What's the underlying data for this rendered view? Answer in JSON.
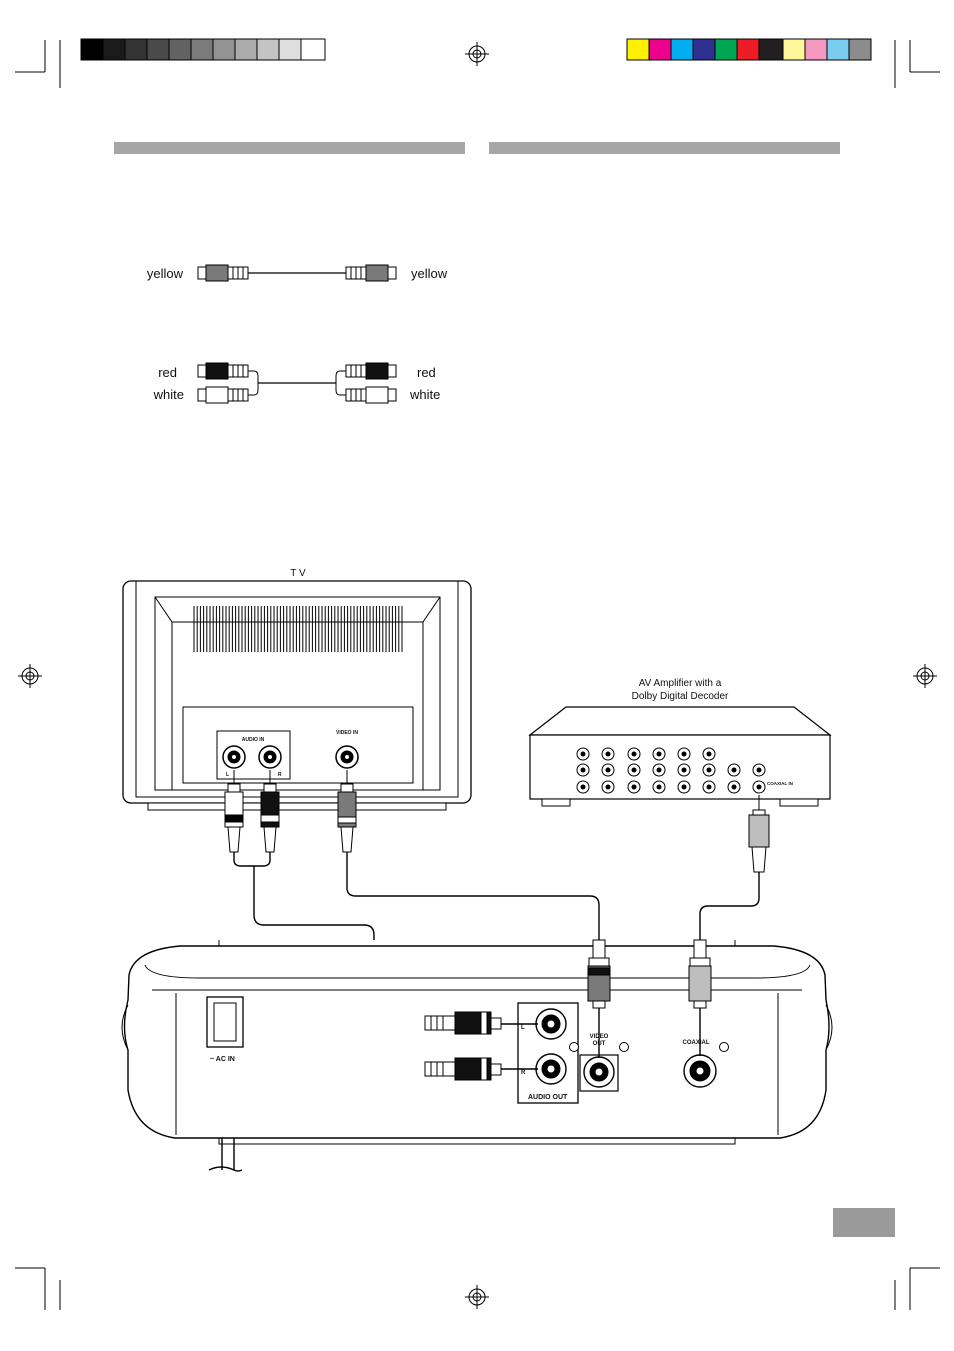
{
  "cable_labels": {
    "video_left": "yellow",
    "video_right": "yellow",
    "audio_red_left": "red",
    "audio_white_left": "white",
    "audio_red_right": "red",
    "audio_white_right": "white"
  },
  "tv": {
    "title": "T V",
    "audio_in": "AUDIO IN",
    "left": "L",
    "right": "R",
    "video_in": "VIDEO IN"
  },
  "amplifier": {
    "title_line1": "AV Amplifier with a",
    "title_line2": "Dolby Digital Decoder",
    "coaxial_in": "COAXIAL IN"
  },
  "player": {
    "ac_in": "~ AC IN",
    "audio_l": "L",
    "audio_r": "R",
    "audio_out": "AUDIO OUT",
    "video_out": "VIDEO OUT",
    "coaxial": "COAXIAL"
  },
  "colors": {
    "header_bar": "#a6a6a6",
    "page_box": "#9a9a9a",
    "yellow_plug": "#7a7a7a",
    "red_plug": "#111111",
    "white_plug": "#ffffff",
    "coax_plug": "#bdbdbd"
  }
}
